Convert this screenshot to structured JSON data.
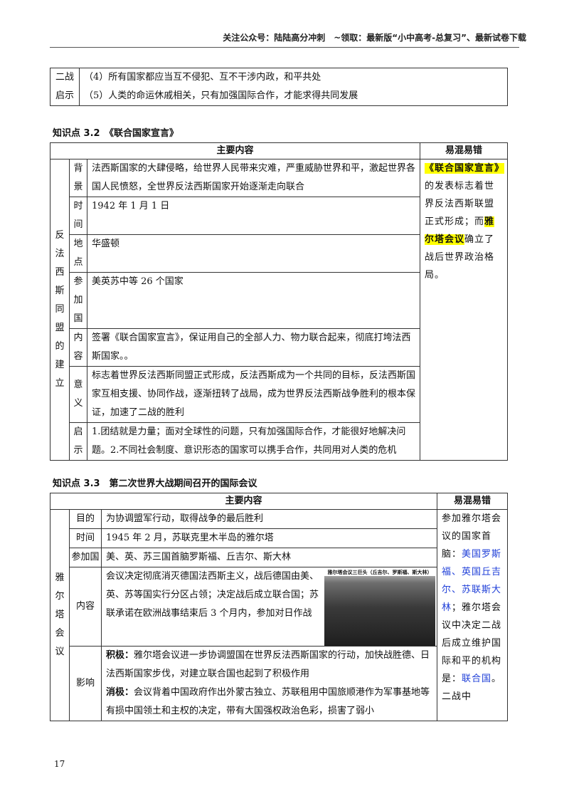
{
  "header": "关注公众号：陆陆高分冲刺　~领取：最新版“小中高考-总复习”、最新试卷下载",
  "top_table": {
    "label": "二战启示",
    "lines": [
      "（4）所有国家都应当互不侵犯、互不干涉内政，和平共处",
      "（5）人类的命运休戚相关，只有加强国际合作，才能求得共同发展"
    ]
  },
  "section1": {
    "title": "知识点 3.2　《联合国家宣言》",
    "col_main": "主要内容",
    "col_mix": "易混易错",
    "side": "反法西斯同盟的建立",
    "rows": [
      {
        "label": "背景",
        "content": "法西斯国家的大肆侵略，给世界人民带来灾难，严重威胁世界和平，激起世界各国人民愤怒，全世界反法西斯国家开始逐渐走向联合"
      },
      {
        "label": "时间",
        "content": "1942 年 1 月 1 日"
      },
      {
        "label": "地点",
        "content": "华盛顿"
      },
      {
        "label": "参加国",
        "content": "美英苏中等 26 个国家"
      },
      {
        "label": "内容",
        "content": "签署《联合国家宣言》，保证用自己的全部人力、物力联合起来，彻底打垮法西斯国家。。"
      },
      {
        "label": "意义",
        "content": "标志着世界反法西斯同盟正式形成，反法西斯成为一个共同的目标，反法西斯国家互相支援、协同作战，逐渐扭转了战局，成为世界反法西斯战争胜利的根本保证，加速了二战的胜利"
      },
      {
        "label": "启示",
        "content": "1.团结就是力量；面对全球性的问题，只有加强国际合作，才能很好地解决问题。2.不同社会制度、意识形态的国家可以携手合作，共同用对人类的危机"
      }
    ],
    "mix": {
      "hl1": "《联合国家宣言》",
      "t1": "的发表标志着世界反法西斯联盟正式形成；而",
      "hl2": "雅尔塔会议",
      "t2": "确立了战后世界政治格局。"
    }
  },
  "section2": {
    "title": "知识点 3.3　第二次世界大战期间召开的国际会议",
    "col_main": "主要内容",
    "col_mix": "易混易错",
    "side": "雅尔塔会议",
    "rows": [
      {
        "label": "目的",
        "content": "为协调盟军行动，取得战争的最后胜利"
      },
      {
        "label": "时间",
        "content": "1945 年 2 月，苏联克里木半岛的雅尔塔"
      },
      {
        "label": "参加国",
        "content": "美、英、苏三国首脑罗斯福、丘吉尔、斯大林"
      },
      {
        "label": "内容",
        "content": "会议决定彻底消灭德国法西斯主义，战后德国由美、英、苏等国实行分区占领；决定战后成立联合国；苏联承诺在欧洲战事结束后 3 个月内，参加对日作战"
      }
    ],
    "photo_caption": "雅尔塔会议三巨头（丘吉尔、罗斯福、斯大林）",
    "impact": {
      "label": "影响",
      "pos_kw": "积极：",
      "pos": "雅尔塔会议进一步协调盟国在世界反法西斯国家的行动，加快战胜德、日法西斯国家步伐，对建立联合国也起到了积极作用",
      "neg_kw": "消极：",
      "neg": "会议背着中国政府作出外蒙古独立、苏联租用中国旅顺港作为军事基地等有损中国领土和主权的决定，带有大国强权政治色彩，损害了弱小"
    },
    "mix": {
      "t1": "参加雅尔塔会议的国家首脑：",
      "b1": "美国罗斯福、英国丘吉尔、苏联斯大林",
      "t2": "；雅尔塔会议中决定二战后成立维护国际和平的机构是：",
      "b2": "联合国",
      "t3": "。二战中"
    }
  },
  "page_number": "17"
}
